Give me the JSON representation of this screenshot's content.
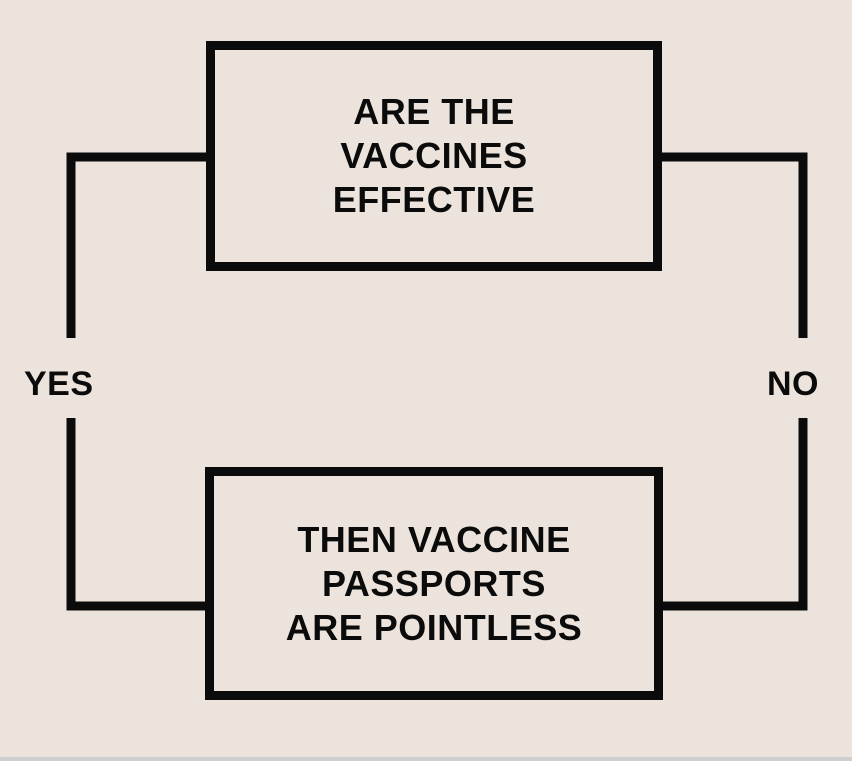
{
  "diagram": {
    "question_box": {
      "text": "ARE THE\nVACCINES\nEFFECTIVE"
    },
    "conclusion_box": {
      "text": "THEN VACCINE\nPASSPORTS\nARE POINTLESS"
    },
    "yes_branch": {
      "label": "YES"
    },
    "no_branch": {
      "label": "NO"
    },
    "colors": {
      "background": "#ece4dc",
      "ink": "#0b0b0b"
    }
  }
}
